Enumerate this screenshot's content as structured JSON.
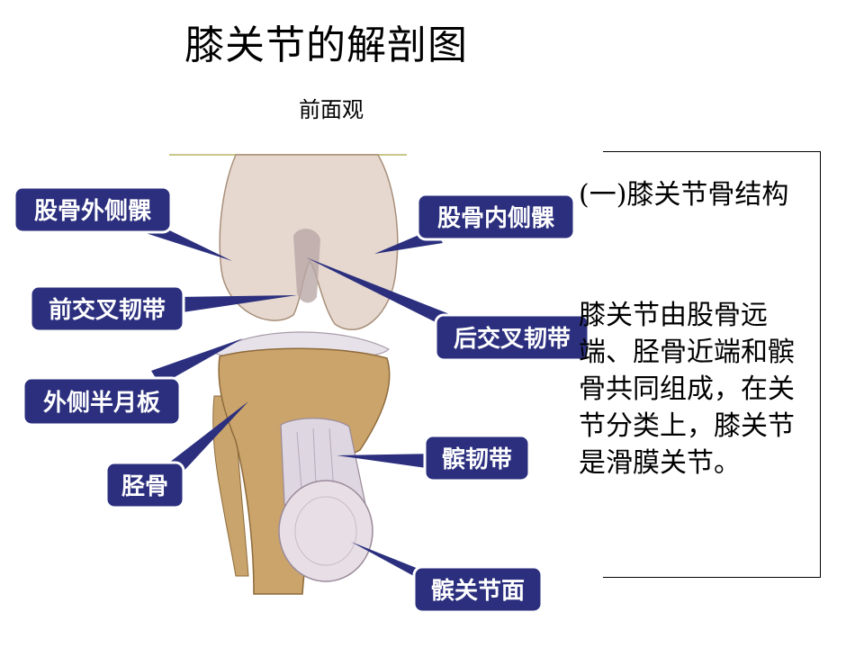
{
  "title": "膝关节的解剖图",
  "subtitle": "前面观",
  "labels": {
    "lateral_condyle": "股骨外侧髁",
    "medial_condyle": "股骨内侧髁",
    "acl": "前交叉韧带",
    "pcl": "后交叉韧带",
    "lateral_meniscus": "外侧半月板",
    "tibia": "胫骨",
    "patellar_ligament": "髌韧带",
    "patellar_surface": "髌关节面"
  },
  "panel": {
    "heading": "(一)膝关节骨结构",
    "body": "膝关节由股骨远端、胫骨近端和髌骨共同组成，在关节分类上，膝关节是滑膜关节。"
  },
  "colors": {
    "label_fill": "#2b2f7e",
    "label_border": "#ffffff",
    "pointer": "#2b2f7e",
    "bone": "#dcc6a4",
    "cartilage": "#e6dde4",
    "ligament": "#d8cfd8",
    "tibia": "#caa46a"
  }
}
